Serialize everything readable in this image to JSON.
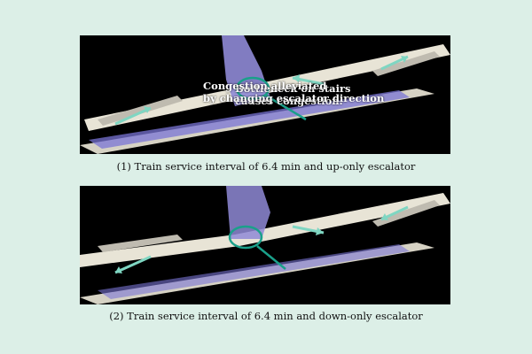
{
  "figure": {
    "panels": [
      {
        "caption": "(1) Train service interval of 6.4 min and up-only escalator",
        "annotation_lines": [
          "Bottleneck on stairs",
          "causes congestion."
        ]
      },
      {
        "caption": "(2) Train service interval of 6.4 min and down-only escalator",
        "annotation_lines": [
          "Congestion alleviated",
          "by changing escalator direction"
        ]
      }
    ]
  },
  "colors": {
    "background": "#dcefe7",
    "scene": "#000000",
    "floor": "#e8e4d6",
    "crowd": "#7a74d6",
    "annotation_circle": "#1aa08a",
    "flow_arrow": "#7fd6c2"
  }
}
